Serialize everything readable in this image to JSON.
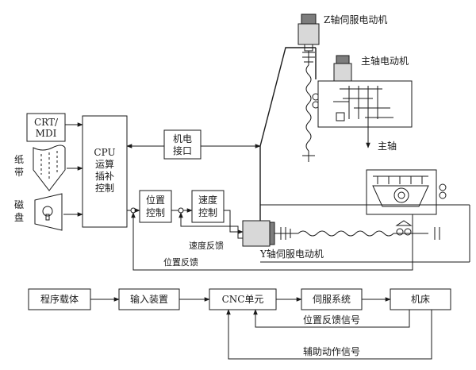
{
  "labels": {
    "crt_mdi_1": "CRT/",
    "crt_mdi_2": "MDI",
    "tape_1": "纸",
    "tape_2": "带",
    "disk_1": "磁",
    "disk_2": "盘",
    "cpu_1": "CPU",
    "cpu_2": "运算",
    "cpu_3": "插补",
    "cpu_4": "控制",
    "mech_1": "机电",
    "mech_2": "接口",
    "pos_1": "位置",
    "pos_2": "控制",
    "spd_1": "速度",
    "spd_2": "控制",
    "z_motor": "Z轴伺服电动机",
    "spindle_motor": "主轴电动机",
    "spindle": "主轴",
    "y_motor": "Y轴伺服电动机",
    "speed_fb": "速度反馈",
    "pos_fb": "位置反馈"
  },
  "flow": {
    "nodes": [
      "程序载体",
      "输入装置",
      "CNC单元",
      "伺服系统",
      "机床"
    ],
    "pos_feedback_signal": "位置反馈信号",
    "aux_signal": "辅助动作信号"
  }
}
